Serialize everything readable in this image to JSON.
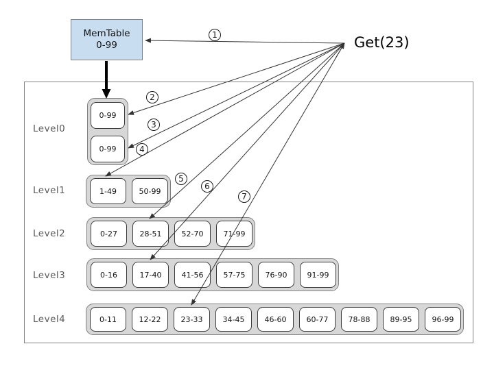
{
  "query": {
    "label": "Get(23)"
  },
  "memtable": {
    "title": "MemTable",
    "range": "0-99"
  },
  "steps": [
    "1",
    "2",
    "3",
    "4",
    "5",
    "6",
    "7"
  ],
  "levels": [
    {
      "label": "Level0",
      "tables": [
        "0-99",
        "0-99"
      ]
    },
    {
      "label": "Level1",
      "tables": [
        "1-49",
        "50-99"
      ]
    },
    {
      "label": "Level2",
      "tables": [
        "0-27",
        "28-51",
        "52-70",
        "71-99"
      ]
    },
    {
      "label": "Level3",
      "tables": [
        "0-16",
        "17-40",
        "41-56",
        "57-75",
        "76-90",
        "91-99"
      ]
    },
    {
      "label": "Level4",
      "tables": [
        "0-11",
        "12-22",
        "23-33",
        "34-45",
        "46-60",
        "60-77",
        "78-88",
        "89-95",
        "96-99"
      ]
    }
  ],
  "colors": {
    "memtable_fill": "#c8ddf0",
    "group_fill": "#d7d7d7",
    "box_fill": "#ffffff",
    "box_border": "#3a3a3a",
    "group_border": "#7f7f7f",
    "arrow_line": "#333333",
    "label_text": "#5a5a5a"
  }
}
